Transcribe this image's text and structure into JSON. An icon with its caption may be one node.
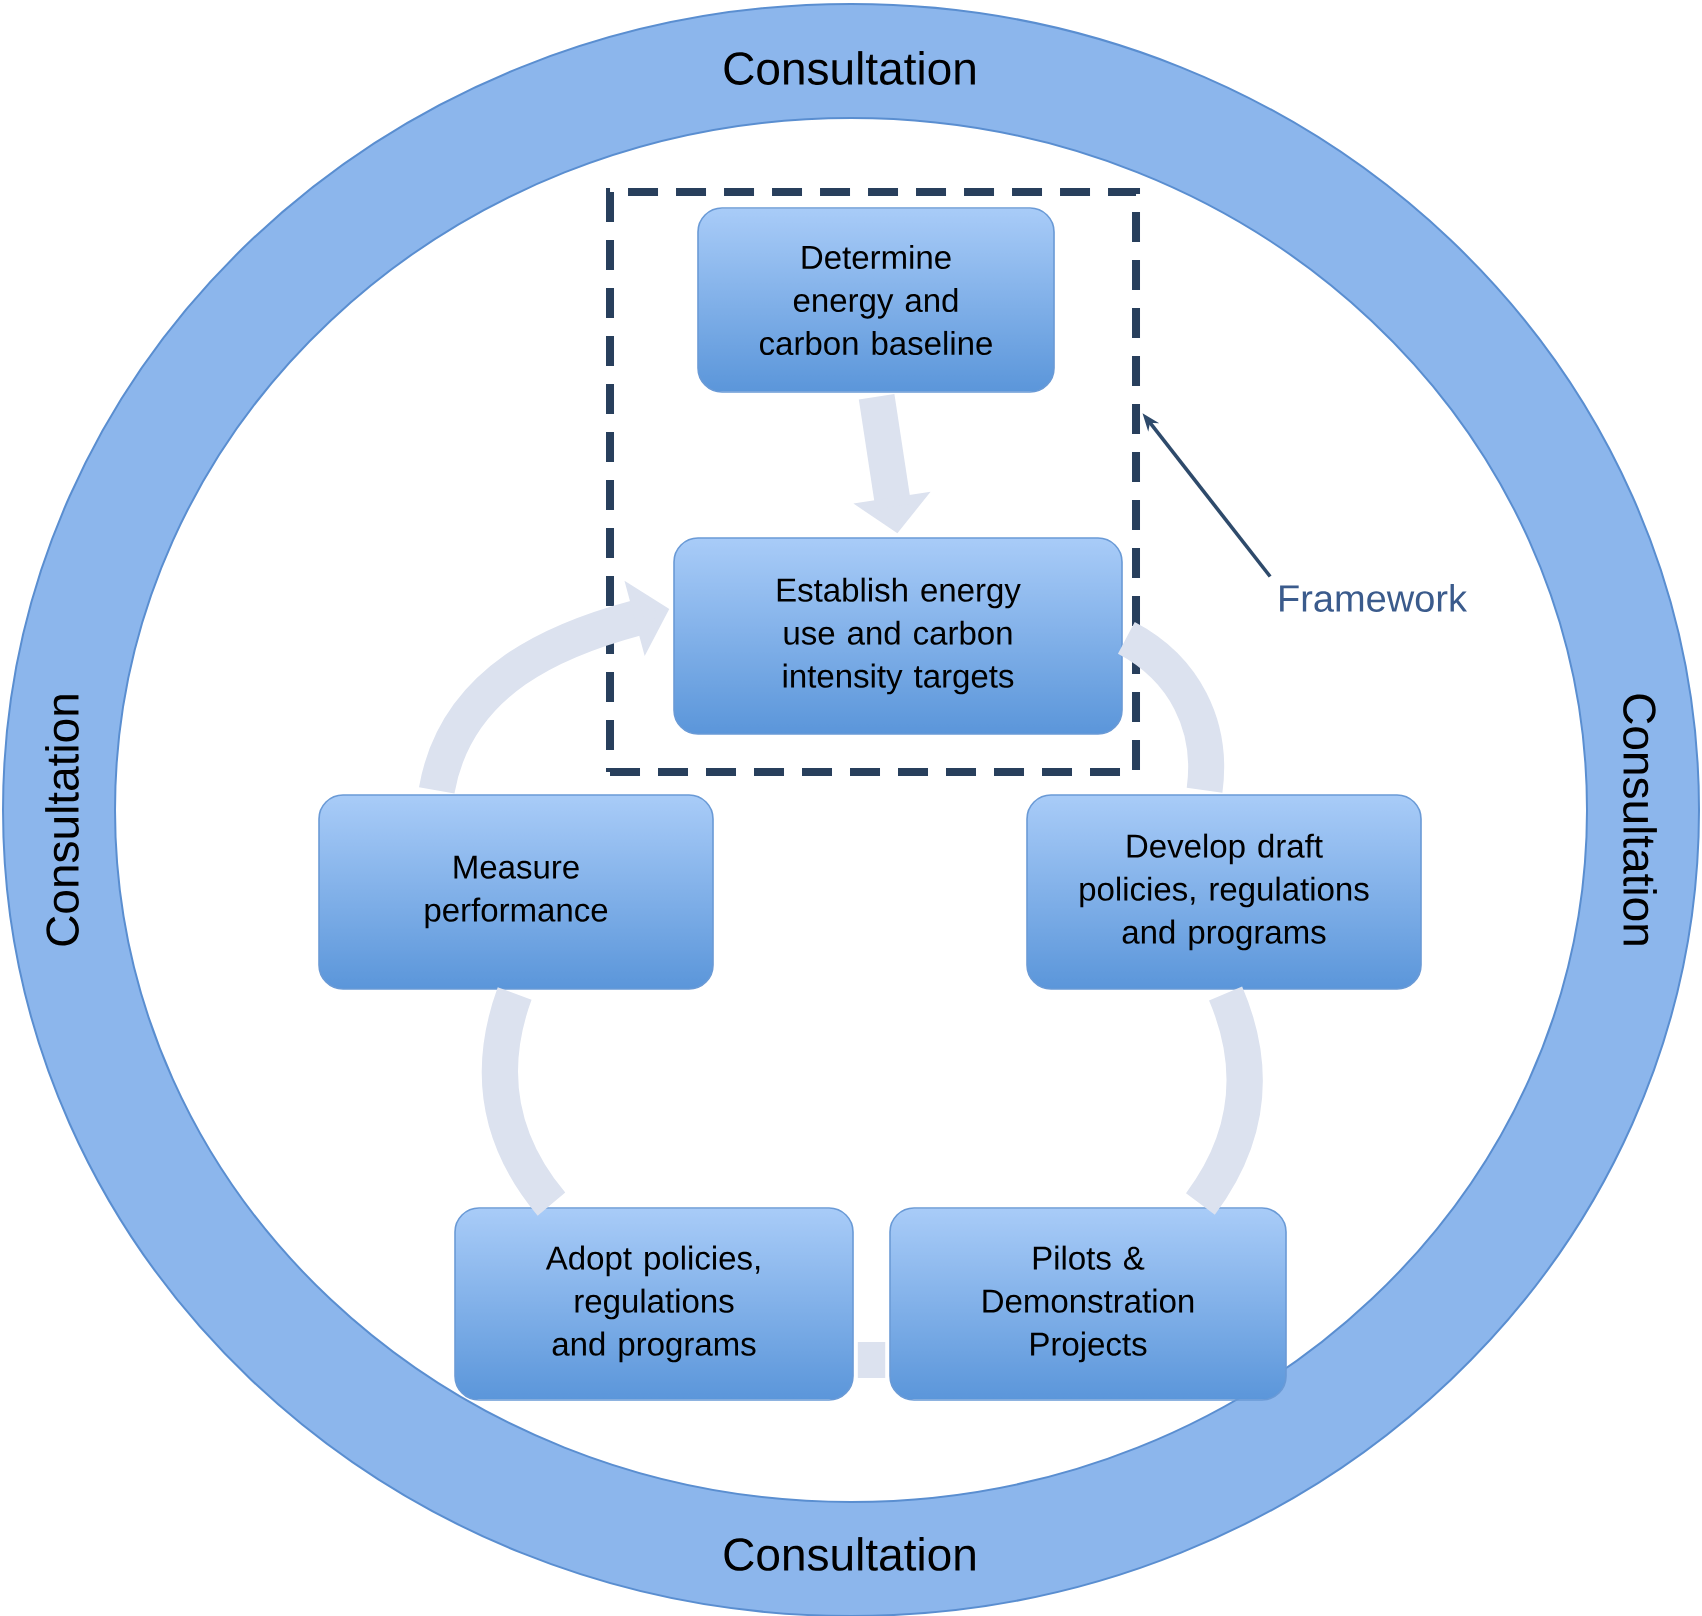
{
  "diagram": {
    "nodes": [
      {
        "text": [
          "Consultation",
          "Consultation",
          "Consultation",
          "Consultation"
        ]
      },
      {
        "text": [],
        "shape": "box",
        "in": 0
      },
      {
        "text": [
          "Determine energy and carbon baseline"
        ],
        "in": 1
      },
      {
        "text": [
          "Establish energy use and carbon intensity targets"
        ],
        "in": 1
      },
      {
        "text": [
          "Framework"
        ],
        "in": 0
      },
      {
        "text": [
          "Develop draft policies, regulations and programs"
        ],
        "in": 0
      },
      {
        "text": [
          "Pilots & Demonstration Projects"
        ],
        "in": 0
      },
      {
        "text": [
          "Adopt policies, regulations and programs"
        ],
        "in": 0
      },
      {
        "text": [
          "Measure performance"
        ],
        "in": 0
      }
    ],
    "edges": [
      {
        "from": 2,
        "to": 3,
        "arrow": "to"
      },
      {
        "from": 3,
        "to": 5,
        "arrow": "none"
      },
      {
        "from": 5,
        "to": 6,
        "arrow": "none"
      },
      {
        "from": 6,
        "to": 7,
        "arrow": "none"
      },
      {
        "from": 7,
        "to": 8,
        "arrow": "none"
      },
      {
        "from": 8,
        "to": 3,
        "arrow": "to"
      },
      {
        "from": 4,
        "to": 1,
        "arrow": "to",
        "color": "#2e4a6b"
      }
    ]
  }
}
